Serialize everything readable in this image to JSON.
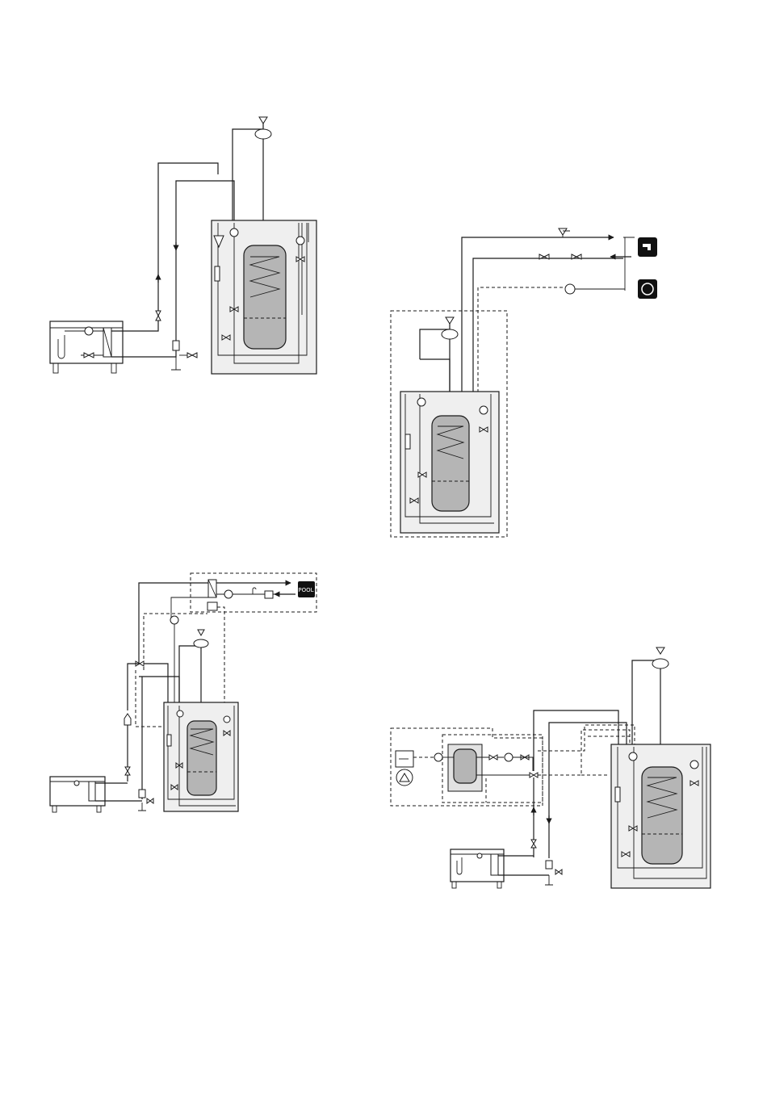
{
  "diagrams": [
    {
      "id": "top-left",
      "label": ""
    },
    {
      "id": "top-right",
      "label": ""
    },
    {
      "id": "bottom-left",
      "label": "POOL"
    },
    {
      "id": "bottom-right",
      "label": ""
    }
  ],
  "pool_label": "POOL",
  "icons": [
    "tap-water-icon",
    "circulation-icon",
    "pool-icon",
    "expansion-vessel-icon",
    "pump-icon",
    "valve-icon",
    "three-way-valve-icon",
    "heat-exchanger-icon",
    "filter-icon",
    "water-heater-tank-icon",
    "air-unit-icon"
  ],
  "colors": {
    "line": "#1a1a1a",
    "unit_fill": "#efefef",
    "tank_fill": "#b5b5b5",
    "icon_box": "#111111"
  }
}
